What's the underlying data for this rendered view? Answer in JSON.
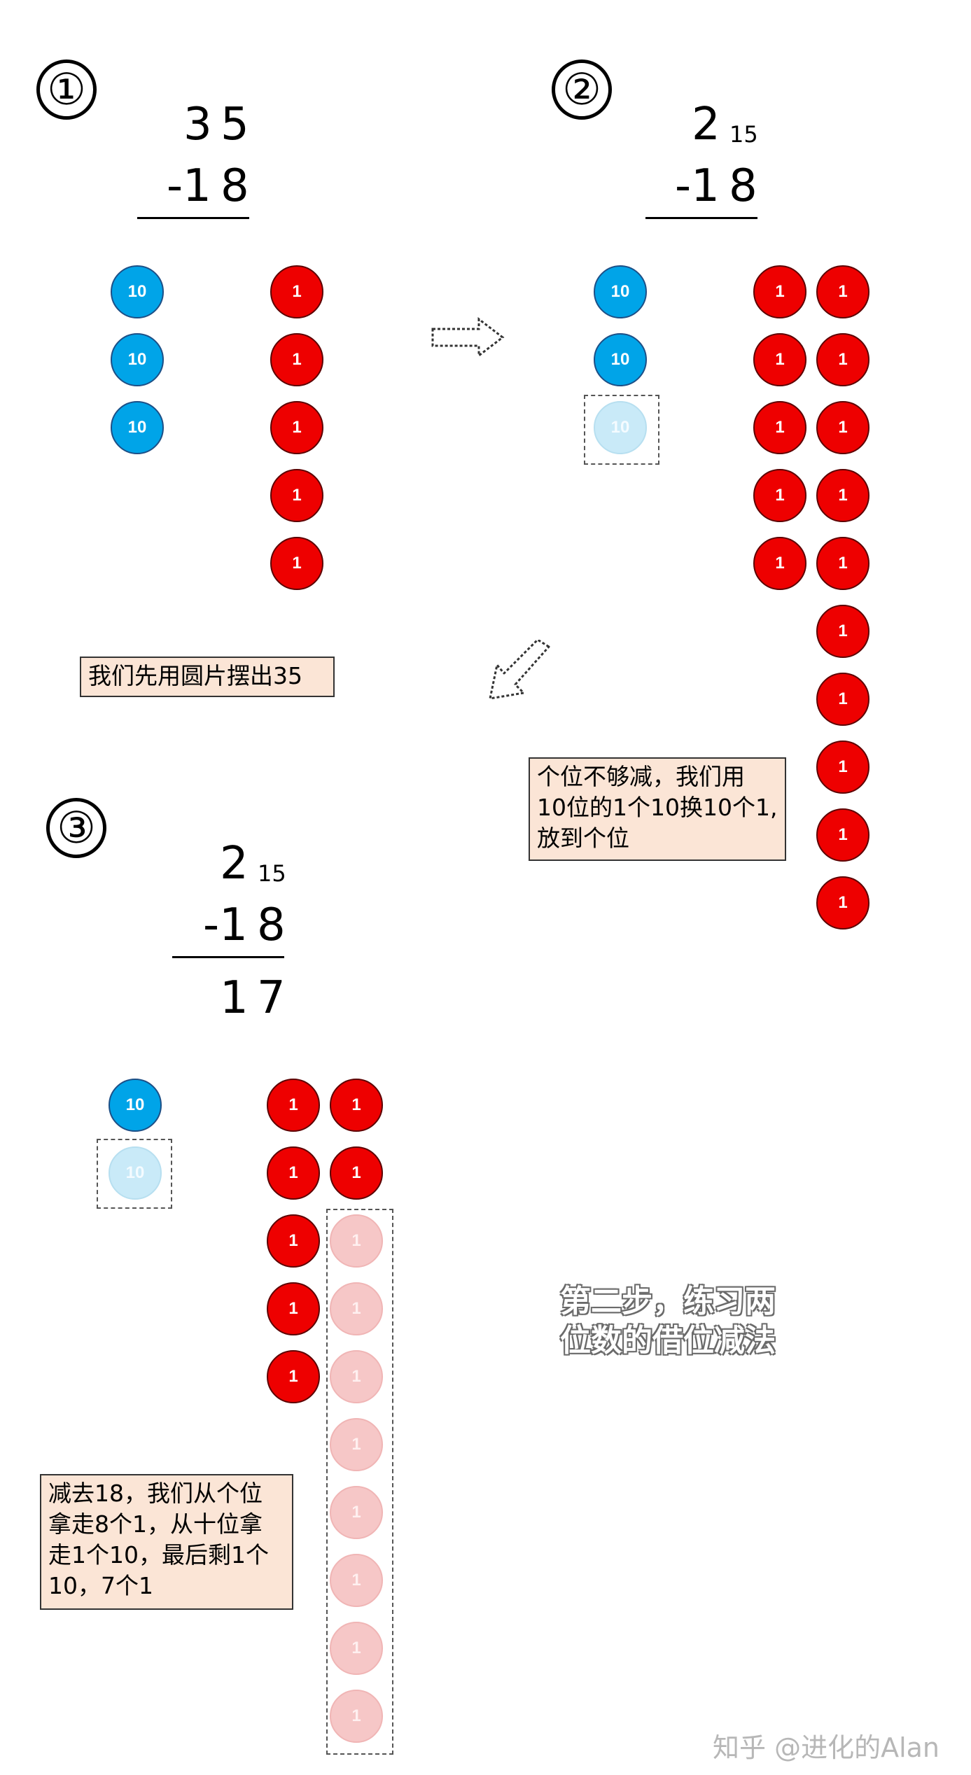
{
  "steps": [
    {
      "marker": "①",
      "minuend": [
        "3",
        "5"
      ],
      "borrowed_ones": "",
      "subtrahend": [
        "-1",
        "8"
      ],
      "result": [],
      "tens_coins": [
        "10",
        "10",
        "10"
      ],
      "faded_tens_coins": [],
      "ones_column_1": [
        "1",
        "1",
        "1",
        "1",
        "1"
      ],
      "ones_column_2": [],
      "faded_ones_column_2": [],
      "note": "我们先用圆片摆出35"
    },
    {
      "marker": "②",
      "minuend": [
        "2",
        ""
      ],
      "borrowed_ones": "15",
      "subtrahend": [
        "-1",
        "8"
      ],
      "result": [],
      "tens_coins": [
        "10",
        "10"
      ],
      "faded_tens_coins": [
        "10"
      ],
      "ones_column_1": [
        "1",
        "1",
        "1",
        "1",
        "1"
      ],
      "ones_column_2": [
        "1",
        "1",
        "1",
        "1",
        "1",
        "1",
        "1",
        "1",
        "1",
        "1"
      ],
      "faded_ones_column_2": [],
      "note": "个位不够减，我们用\n10位的1个10换10个1,\n放到个位"
    },
    {
      "marker": "③",
      "minuend": [
        "2",
        ""
      ],
      "borrowed_ones": "15",
      "subtrahend": [
        "-1",
        "8"
      ],
      "result": [
        "1",
        "7"
      ],
      "tens_coins": [
        "10"
      ],
      "faded_tens_coins": [
        "10"
      ],
      "ones_column_1": [
        "1",
        "1",
        "1",
        "1",
        "1"
      ],
      "ones_column_2": [
        "1",
        "1"
      ],
      "faded_ones_column_2": [
        "1",
        "1",
        "1",
        "1",
        "1",
        "1",
        "1",
        "1"
      ],
      "note": "减去18，我们从个位\n拿走8个1，从十位拿\n走1个10，最后剩1个\n10，7个1"
    }
  ],
  "caption": "第二步，练习两\n位数的借位减法",
  "watermark": "知乎 @进化的Alan",
  "colors": {
    "ten_coin": "#00a4e8",
    "one_coin": "#ee0000",
    "note_background": "#fbe5d6"
  },
  "icons": {
    "step1_to_step2": "right-arrow-icon",
    "step2_to_step3": "down-left-arrow-icon"
  }
}
